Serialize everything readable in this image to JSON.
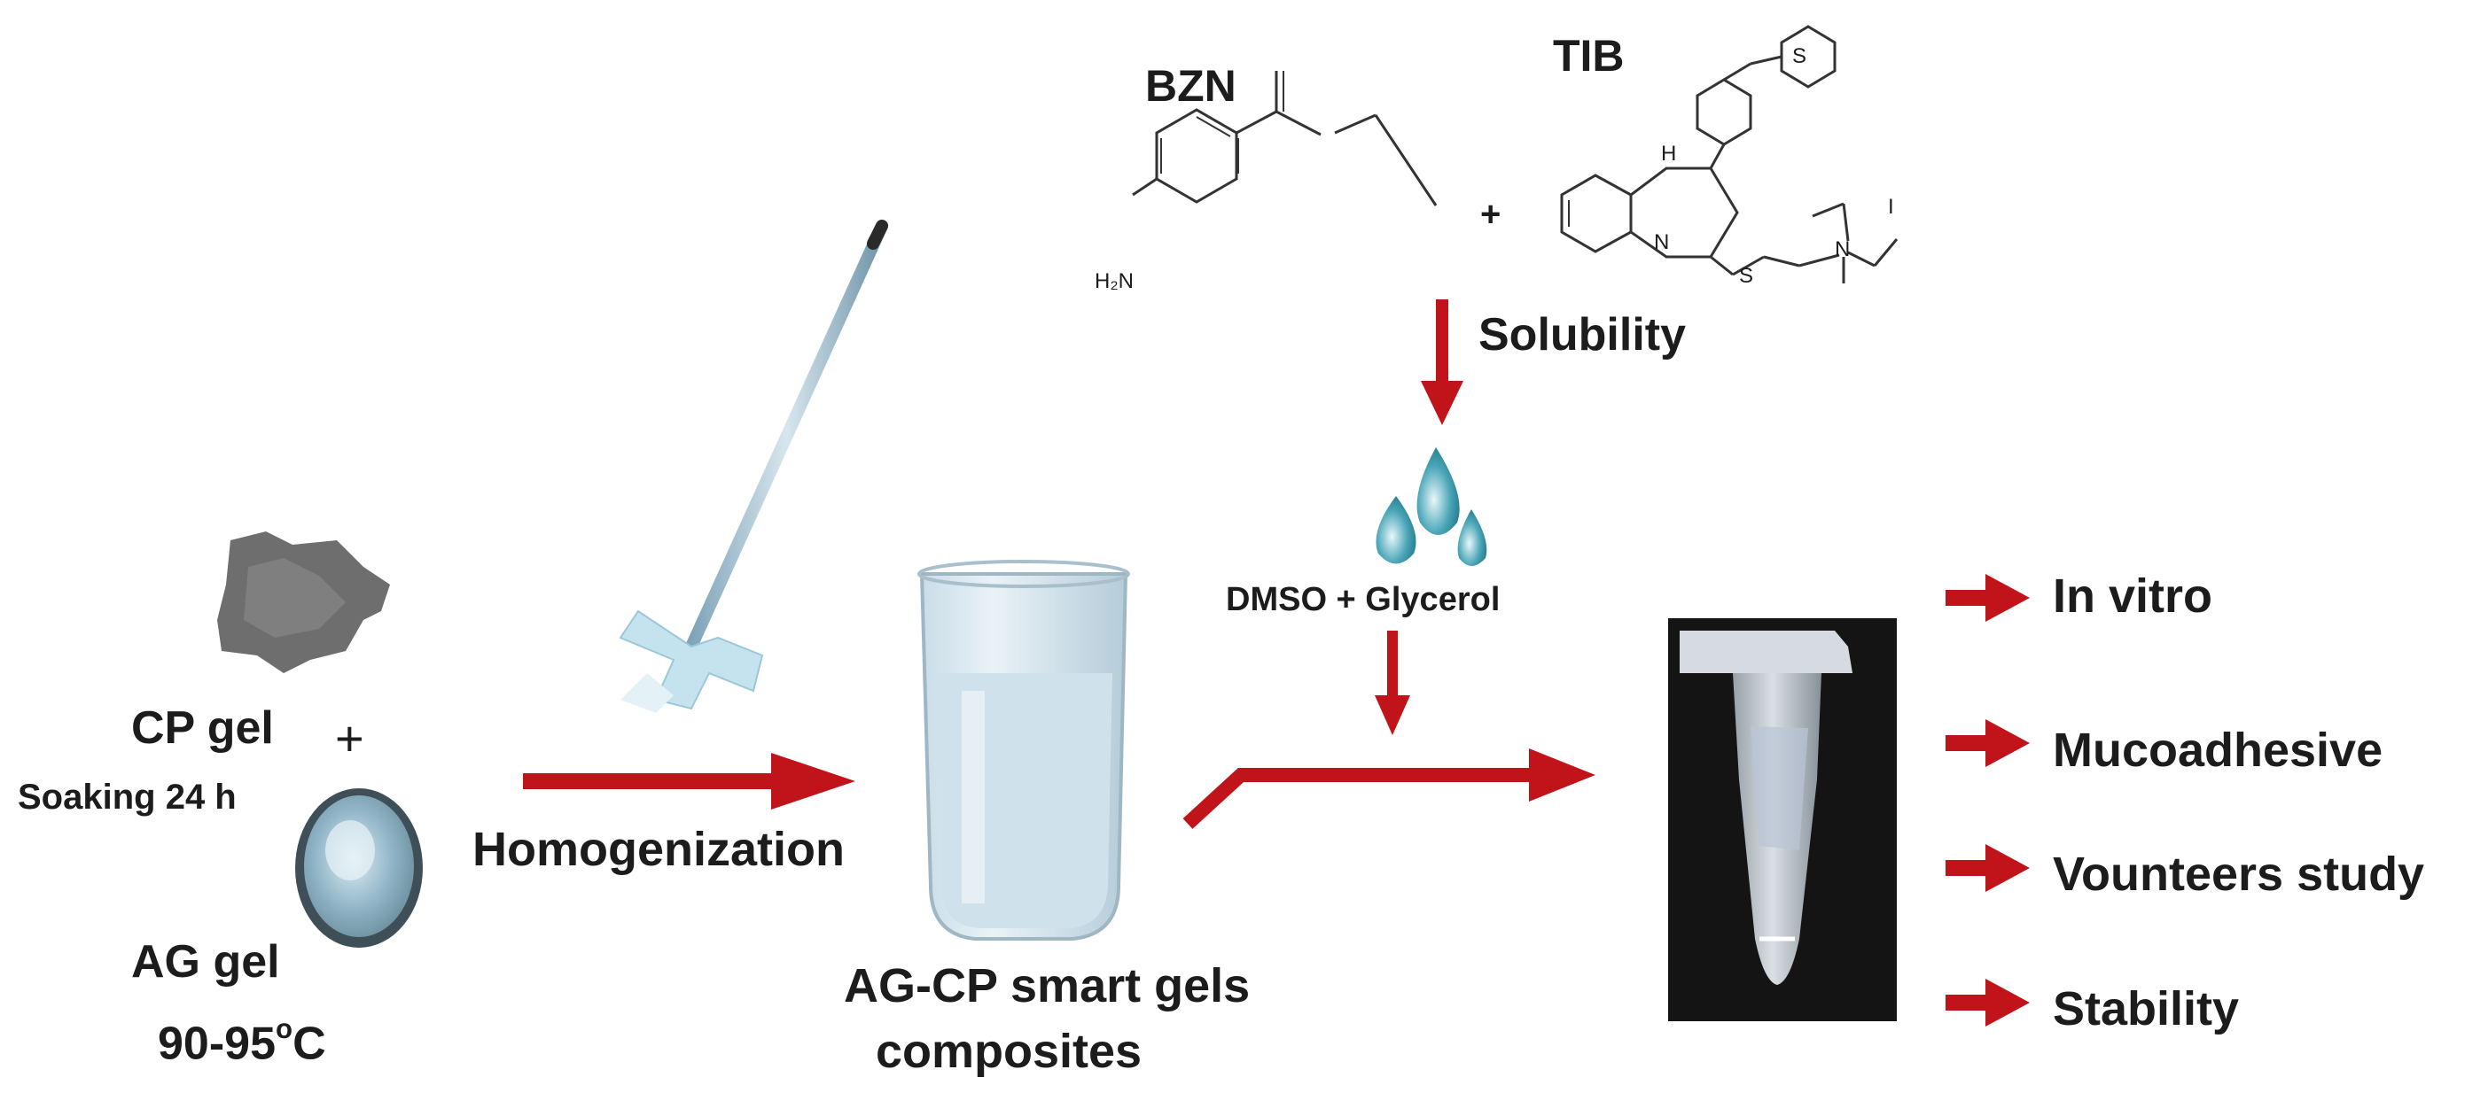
{
  "molecules": {
    "bzn": {
      "label": "BZN",
      "amine": "H₂N"
    },
    "tib": {
      "label": "TIB",
      "nh": "H",
      "n": "N",
      "s1": "S",
      "s2": "S",
      "n_plus": "N",
      "iodide": "I"
    },
    "plus": "+"
  },
  "steps": {
    "solubility": "Solubility",
    "solvent": "DMSO + Glycerol",
    "cp_gel": "CP gel",
    "plus": "+",
    "soaking": "Soaking 24 h",
    "ag_gel": "AG gel",
    "temp_main": "90-95",
    "temp_deg": "o",
    "temp_unit": "C",
    "homogenization": "Homogenization",
    "composite_line1": "AG-CP smart gels",
    "composite_line2": "composites"
  },
  "evaluations": [
    "In vitro",
    "Mucoadhesive",
    "Vounteers study",
    "Stability"
  ],
  "colors": {
    "arrow": "#c0141a",
    "text": "#1c1c1c",
    "structure": "#333333",
    "gel_blue": "#b9d4e3",
    "droplet": "#2f8fa3"
  }
}
